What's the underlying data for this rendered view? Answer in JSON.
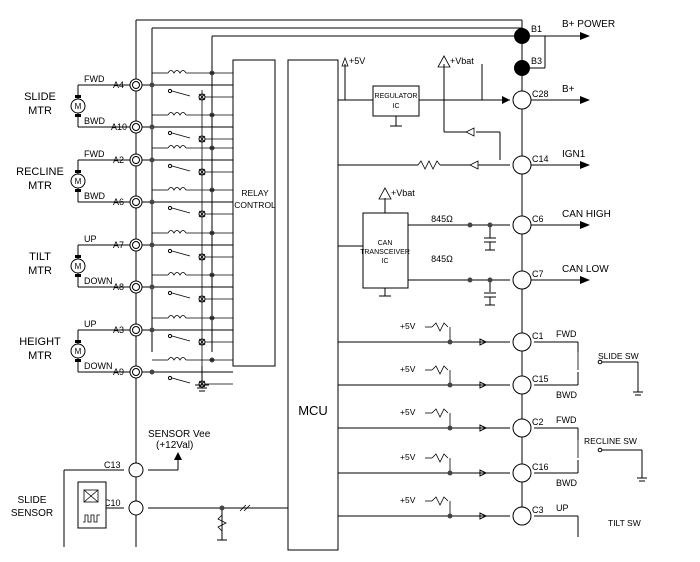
{
  "ecu": {
    "relay_control": [
      "RELAY",
      "CONTROL"
    ],
    "mcu": "MCU",
    "regulator": [
      "REGULATOR",
      "IC"
    ],
    "can_ic": [
      "CAN",
      "TRANSCEIVER",
      "IC"
    ],
    "resistor_845_top": "845Ω",
    "resistor_845_bot": "845Ω",
    "plus5v_ref": "+5V",
    "vbat_ref_top": "+Vbat",
    "vbat_ref_can": "+Vbat",
    "plus5v_pullup": "+5V"
  },
  "motors": [
    {
      "name_lines": [
        "SLIDE",
        "MTR"
      ],
      "pins": [
        {
          "fn": "FWD",
          "pin": "A4"
        },
        {
          "fn": "BWD",
          "pin": "A10"
        }
      ]
    },
    {
      "name_lines": [
        "RECLINE",
        "MTR"
      ],
      "pins": [
        {
          "fn": "FWD",
          "pin": "A2"
        },
        {
          "fn": "BWD",
          "pin": "A6"
        }
      ]
    },
    {
      "name_lines": [
        "TILT",
        "MTR"
      ],
      "pins": [
        {
          "fn": "UP",
          "pin": "A7"
        },
        {
          "fn": "DOWN",
          "pin": "A8"
        }
      ]
    },
    {
      "name_lines": [
        "HEIGHT",
        "MTR"
      ],
      "pins": [
        {
          "fn": "UP",
          "pin": "A3"
        },
        {
          "fn": "DOWN",
          "pin": "A9"
        }
      ]
    }
  ],
  "motor_symbol": "M",
  "power": [
    {
      "pin": "B1",
      "label": "B+ POWER"
    },
    {
      "pin": "B3",
      "label": ""
    },
    {
      "pin": "C28",
      "label": "B+"
    },
    {
      "pin": "C14",
      "label": "IGN1"
    },
    {
      "pin": "C6",
      "label": "CAN HIGH"
    },
    {
      "pin": "C7",
      "label": "CAN LOW"
    }
  ],
  "switch_pins": [
    {
      "pin": "C1",
      "fn": "FWD"
    },
    {
      "pin": "C15",
      "fn": "BWD"
    },
    {
      "pin": "C2",
      "fn": "FWD"
    },
    {
      "pin": "C16",
      "fn": "BWD"
    },
    {
      "pin": "C3",
      "fn": "UP"
    }
  ],
  "switches": [
    "SLIDE SW",
    "RECLINE SW",
    "TILT SW"
  ],
  "sensor": {
    "supply_lines": [
      "SENSOR Vee",
      "(+12Val)"
    ],
    "pins": [
      "C13",
      "C10"
    ],
    "name_lines": [
      "SLIDE",
      "SENSOR"
    ]
  }
}
